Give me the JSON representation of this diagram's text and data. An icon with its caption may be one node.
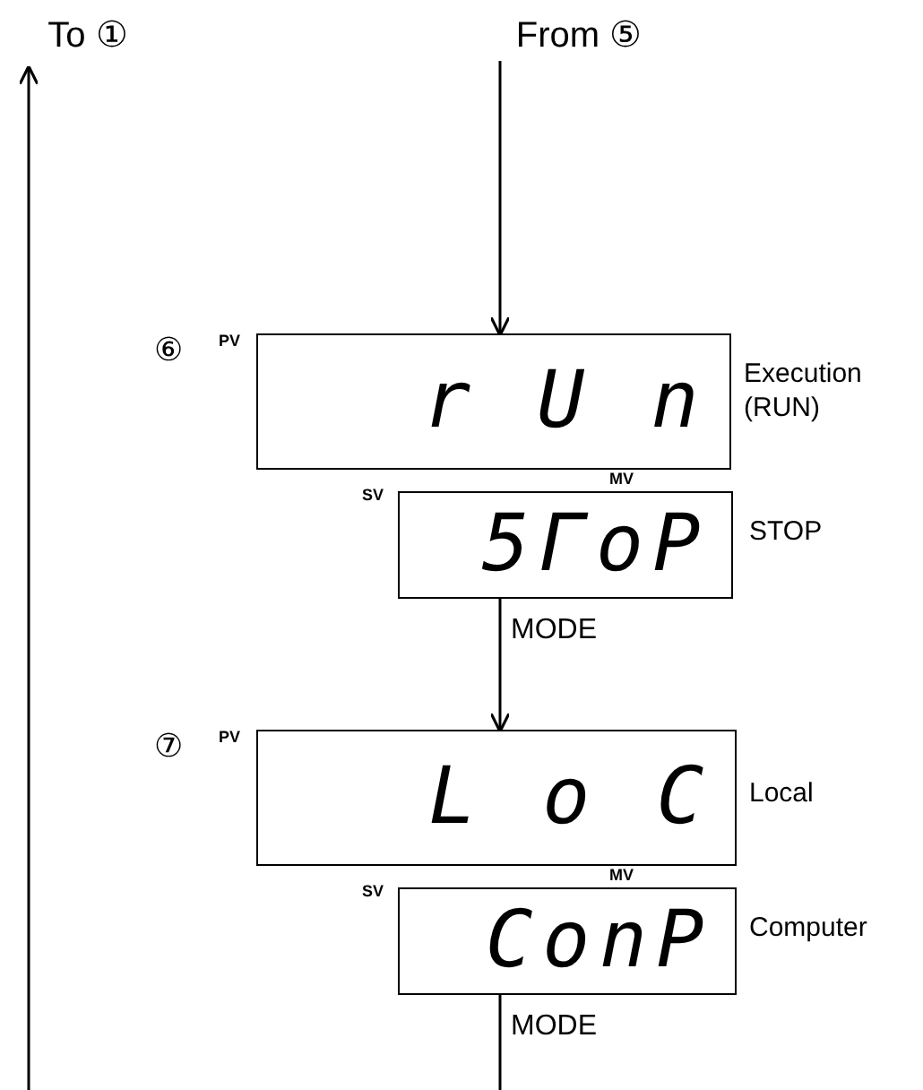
{
  "diagram": {
    "nodes": [
      {
        "text": [
          "From ⑤"
        ]
      },
      {
        "text": [
          "r U n"
        ],
        "beside": [
          "Execution (RUN)"
        ]
      },
      {
        "text": [
          "5ΓoP"
        ],
        "beside": [
          "STOP"
        ]
      },
      {
        "text": [
          "L o C"
        ],
        "beside": [
          "Local"
        ]
      },
      {
        "text": [
          "ConP"
        ],
        "beside": [
          "Computer"
        ]
      },
      {
        "text": [
          "To ①"
        ]
      }
    ],
    "edges": [
      {
        "from": 0,
        "to": 1,
        "arrow": "to"
      },
      {
        "from": 2,
        "to": 3,
        "arrow": "to",
        "label": "MODE"
      },
      {
        "from": 4,
        "to": null,
        "arrow": "none",
        "label": "MODE"
      },
      {
        "from": null,
        "to": 5,
        "arrow": "to"
      }
    ],
    "labels": [
      "⑥",
      "PV",
      "SV",
      "MV",
      "⑦",
      "PV",
      "SV",
      "MV"
    ]
  }
}
